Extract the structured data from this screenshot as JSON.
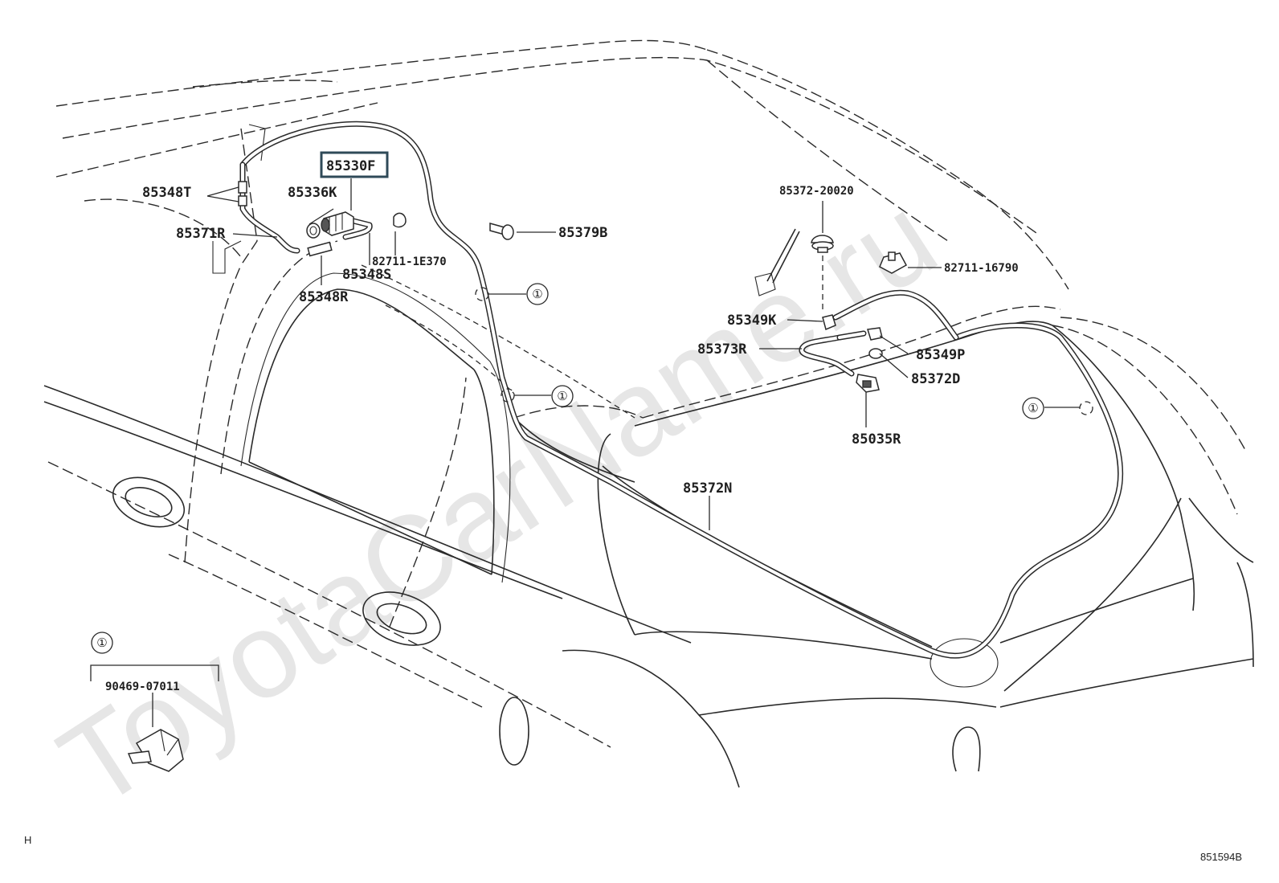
{
  "watermark": "ToyotaCarName.ru",
  "corner_left": "H",
  "corner_right": "851594B",
  "callout_symbol": "①",
  "labels": {
    "p85330F": "85330F",
    "p85348T": "85348T",
    "p85336K": "85336K",
    "p85371R": "85371R",
    "p82711_1E370": "82711-1E370",
    "p85348S": "85348S",
    "p85348R": "85348R",
    "p85379B": "85379B",
    "p85372_20020": "85372-20020",
    "p82711_16790": "82711-16790",
    "p85349K": "85349K",
    "p85373R": "85373R",
    "p85349P": "85349P",
    "p85372D": "85372D",
    "p85035R": "85035R",
    "p85372N": "85372N",
    "p90469_07011": "90469-07011"
  },
  "highlight_color": "#2f4a58"
}
